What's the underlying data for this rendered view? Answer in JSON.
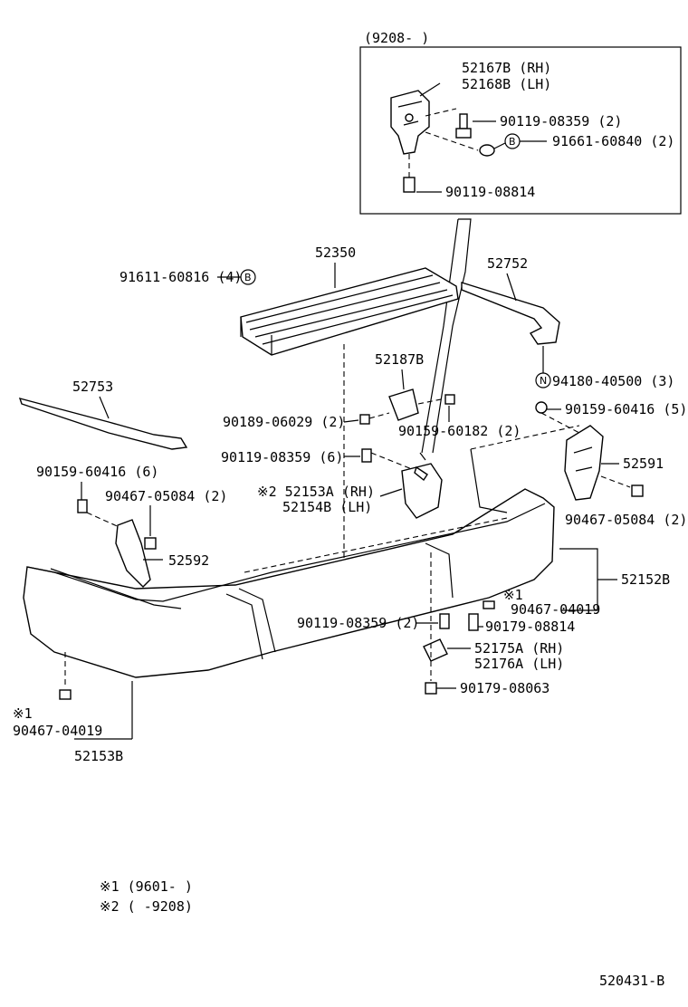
{
  "inset": {
    "date_range": "(9208-       )",
    "bracket_label_rh": "52167B (RH)",
    "bracket_label_lh": "52168B (LH)",
    "bolt_label": "90119-08359 (2)",
    "clip_label": "91661-60840 (2)",
    "clip_marker": "B",
    "bolt2_label": "90119-08814"
  },
  "parts": {
    "step_pad": "52350",
    "step_pad_clip": "91611-60816 (4)",
    "step_pad_clip_marker": "B",
    "molding_right": "52752",
    "molding_right_nut": "94180-40500 (3)",
    "molding_right_nut_marker": "N",
    "molding_left": "52753",
    "center_bracket": "52187B",
    "center_bracket_nut": "90189-06029 (2)",
    "center_bracket_screw": "90159-60182 (2)",
    "screw_right": "90159-60416 (5)",
    "bolt_center": "90119-08359 (6)",
    "arm_rh": "※2 52153A (RH)",
    "arm_lh": "52154B (LH)",
    "side_bracket_right": "52591",
    "nut_right": "90467-05084 (2)",
    "screw_left": "90159-60416 (6)",
    "nut_left": "90467-05084 (2)",
    "side_bracket_left": "52592",
    "bumper_cover": "52152B",
    "retainer_right_note": "※1",
    "retainer_right": "90467-04019",
    "bolt_lower": "90119-08359 (2)",
    "bolt_lower2": "90179-08814",
    "bracket_rh": "52175A (RH)",
    "bracket_lh": "52176A (LH)",
    "nut_lower": "90179-08063",
    "retainer_left_note": "※1",
    "retainer_left": "90467-04019",
    "bumper_assy": "52153B"
  },
  "notes": {
    "note1": "※1  (9601-      )",
    "note2": "※2  (       -9208)"
  },
  "figure_id": "520431-B"
}
